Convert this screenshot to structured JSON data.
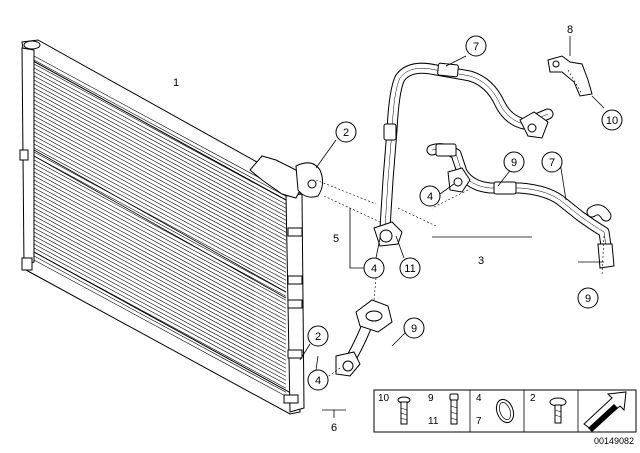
{
  "callouts": {
    "c1": "1",
    "c2a": "2",
    "c2b": "2",
    "c3": "3",
    "c4a": "4",
    "c4b": "4",
    "c4c": "4",
    "c5": "5",
    "c6": "6",
    "c7a": "7",
    "c7b": "7",
    "c8": "8",
    "c9a": "9",
    "c9b": "9",
    "c9c": "9",
    "c10": "10",
    "c11": "11"
  },
  "legend": {
    "n10": "10",
    "n9": "9",
    "n11": "11",
    "n4": "4",
    "n7": "7",
    "n2": "2"
  },
  "diagram_id": "00149082"
}
